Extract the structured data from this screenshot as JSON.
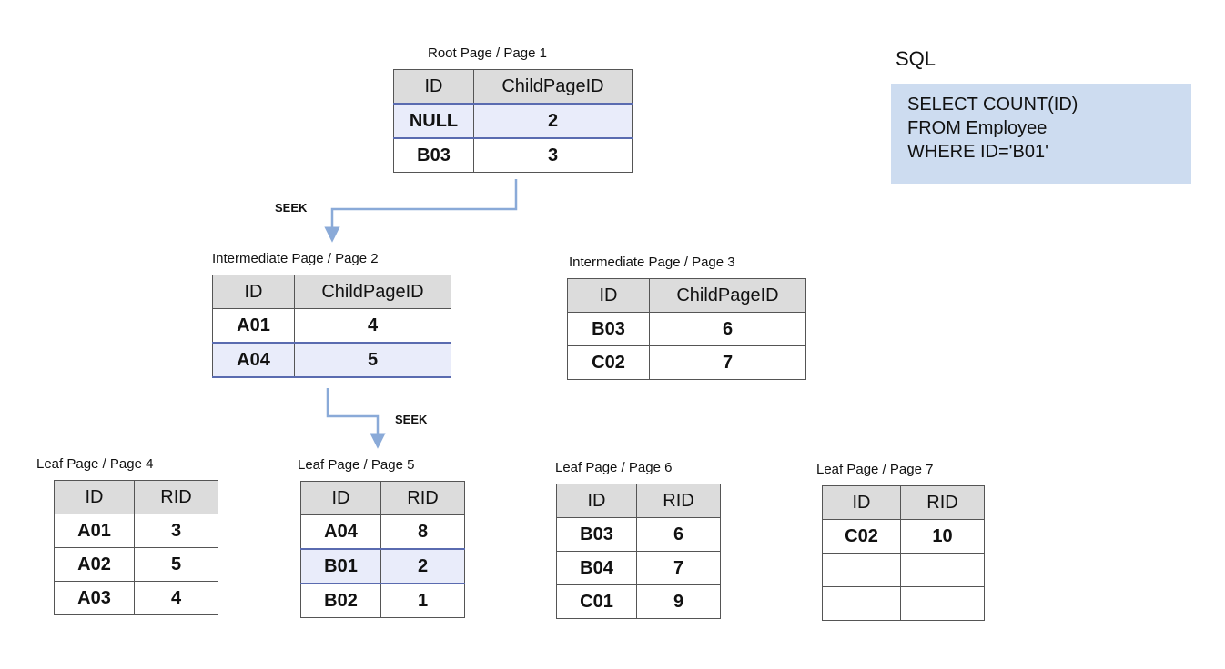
{
  "sql": {
    "title": "SQL",
    "lines": [
      "SELECT COUNT(ID)",
      "FROM Employee",
      "WHERE ID='B01'"
    ]
  },
  "seek_label": "SEEK",
  "pages": {
    "root": {
      "caption": "Root Page / Page 1",
      "headers": [
        "ID",
        "ChildPageID"
      ],
      "rows": [
        [
          "NULL",
          "2"
        ],
        [
          "B03",
          "3"
        ]
      ]
    },
    "inter2": {
      "caption": "Intermediate Page / Page 2",
      "headers": [
        "ID",
        "ChildPageID"
      ],
      "rows": [
        [
          "A01",
          "4"
        ],
        [
          "A04",
          "5"
        ]
      ]
    },
    "inter3": {
      "caption": "Intermediate Page / Page 3",
      "headers": [
        "ID",
        "ChildPageID"
      ],
      "rows": [
        [
          "B03",
          "6"
        ],
        [
          "C02",
          "7"
        ]
      ]
    },
    "leaf4": {
      "caption": "Leaf Page / Page 4",
      "headers": [
        "ID",
        "RID"
      ],
      "rows": [
        [
          "A01",
          "3"
        ],
        [
          "A02",
          "5"
        ],
        [
          "A03",
          "4"
        ]
      ]
    },
    "leaf5": {
      "caption": "Leaf Page / Page 5",
      "headers": [
        "ID",
        "RID"
      ],
      "rows": [
        [
          "A04",
          "8"
        ],
        [
          "B01",
          "2"
        ],
        [
          "B02",
          "1"
        ]
      ]
    },
    "leaf6": {
      "caption": "Leaf Page / Page 6",
      "headers": [
        "ID",
        "RID"
      ],
      "rows": [
        [
          "B03",
          "6"
        ],
        [
          "B04",
          "7"
        ],
        [
          "C01",
          "9"
        ]
      ]
    },
    "leaf7": {
      "caption": "Leaf Page / Page 7",
      "headers": [
        "ID",
        "RID"
      ],
      "rows": [
        [
          "C02",
          "10"
        ],
        [
          "",
          ""
        ],
        [
          "",
          ""
        ]
      ]
    }
  },
  "colors": {
    "highlight": "#e9ecfa",
    "highlight_border": "#5a6bb0",
    "sql_bg": "#cddcf0",
    "arrow": "#8aaad8",
    "header_bg": "#dcdcdc"
  }
}
